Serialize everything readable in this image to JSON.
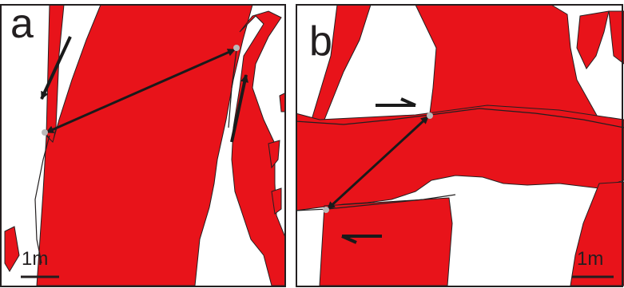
{
  "panels": [
    {
      "id": "a",
      "label": "a",
      "scale_label": "1m"
    },
    {
      "id": "b",
      "label": "b",
      "scale_label": "1m"
    }
  ],
  "colors": {
    "rock": "#e8131a",
    "outline": "#231f20",
    "arrow": "#1a1a1a",
    "pin": "#b9b9b9",
    "background": "#ffffff"
  }
}
